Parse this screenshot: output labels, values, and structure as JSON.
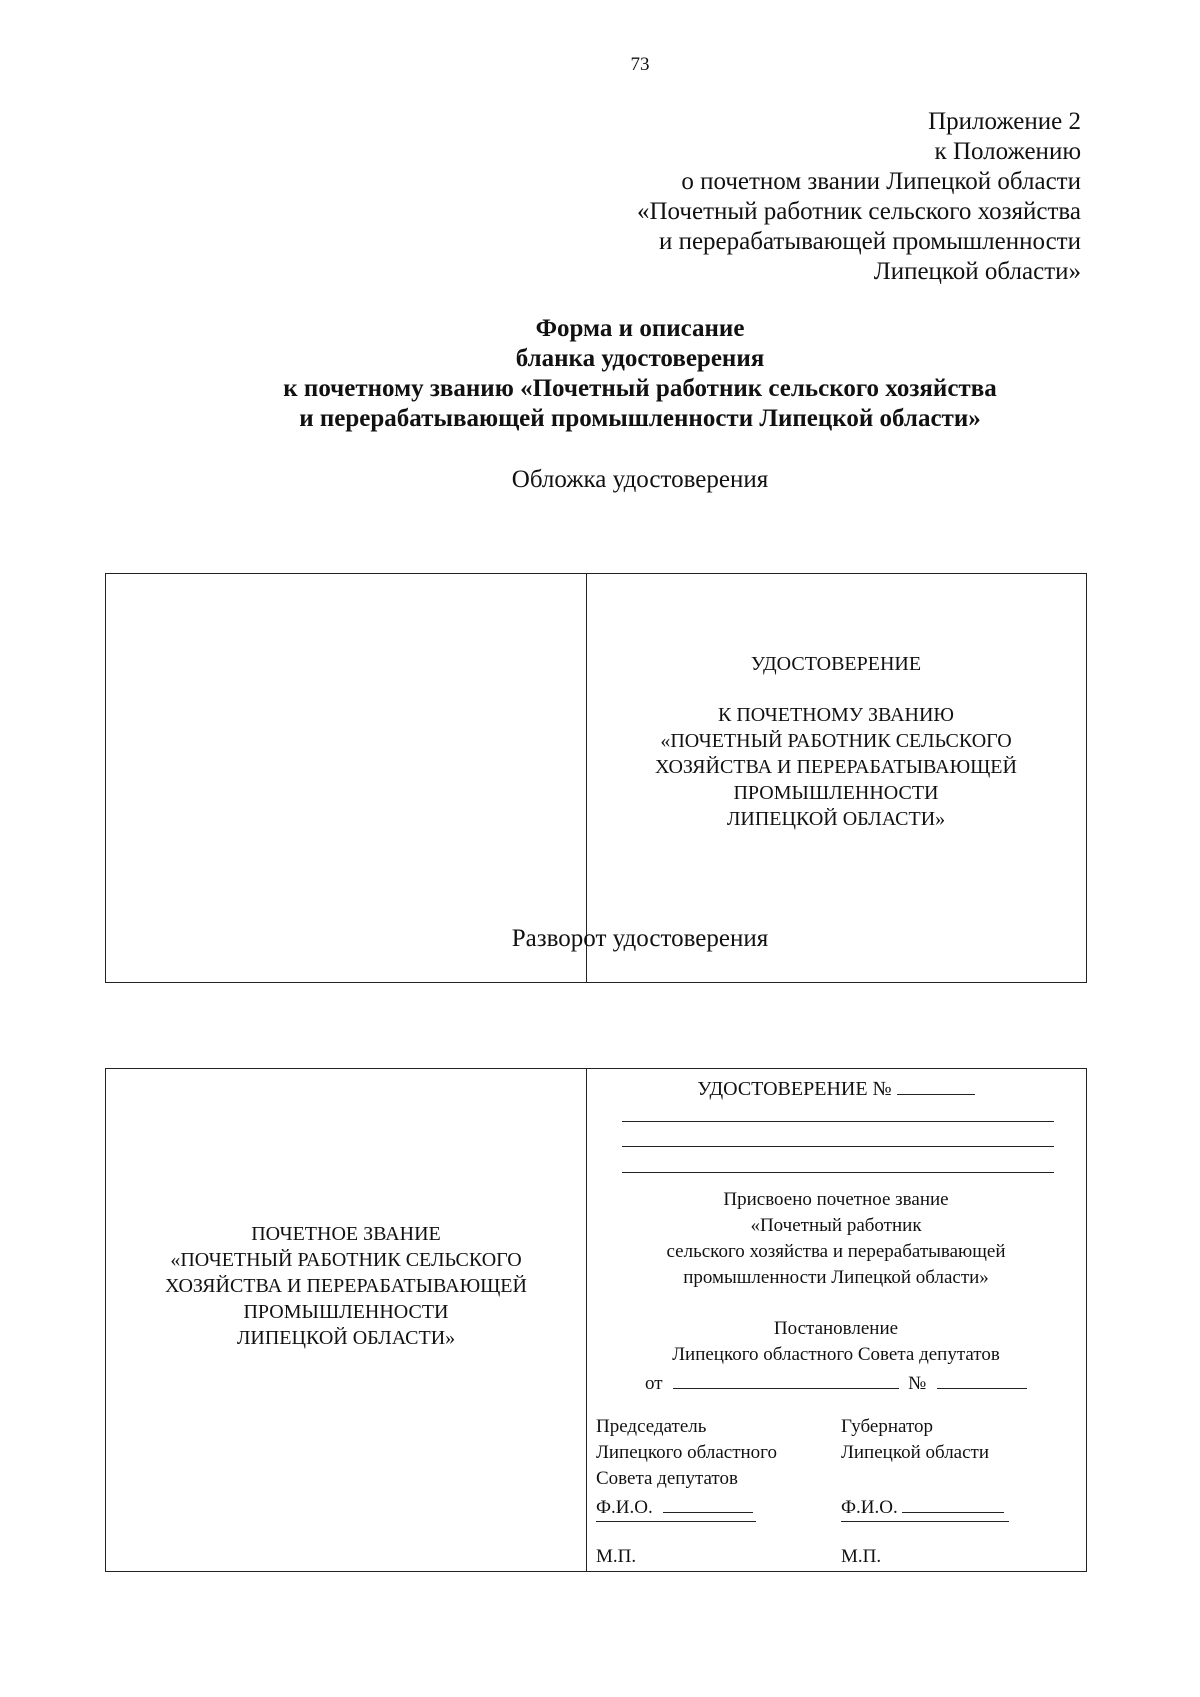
{
  "page_number": "73",
  "appendix": {
    "lines": [
      "Приложение 2",
      "к Положению",
      "о почетном звании Липецкой области",
      "«Почетный работник сельского хозяйства",
      "и перерабатывающей промышленности",
      "Липецкой области»"
    ]
  },
  "form_title": {
    "lines": [
      "Форма и описание",
      "бланка удостоверения",
      "к почетному званию «Почетный работник сельского хозяйства",
      "и перерабатывающей промышленности Липецкой области»"
    ]
  },
  "cover": {
    "section_title": "Обложка удостоверения",
    "heading": "УДОСТОВЕРЕНИЕ",
    "lines": [
      "К ПОЧЕТНОМУ ЗВАНИЮ",
      "«ПОЧЕТНЫЙ РАБОТНИК СЕЛЬСКОГО",
      "ХОЗЯЙСТВА И ПЕРЕРАБАТЫВАЮЩЕЙ",
      "ПРОМЫШЛЕННОСТИ",
      "ЛИПЕЦКОЙ ОБЛАСТИ»"
    ]
  },
  "spread": {
    "section_title": "Разворот удостоверения",
    "left_lines": [
      "ПОЧЕТНОЕ ЗВАНИЕ",
      "«ПОЧЕТНЫЙ РАБОТНИК СЕЛЬСКОГО",
      "ХОЗЯЙСТВА И ПЕРЕРАБАТЫВАЮЩЕЙ",
      "ПРОМЫШЛЕННОСТИ",
      "ЛИПЕЦКОЙ ОБЛАСТИ»"
    ],
    "certificate_number_label": "УДОСТОВЕРЕНИЕ №",
    "assigned_lines": [
      "Присвоено почетное звание",
      "«Почетный работник",
      "сельского хозяйства и перерабатывающей",
      "промышленности Липецкой области»"
    ],
    "decree_lines": [
      "Постановление",
      "Липецкого областного Совета депутатов"
    ],
    "date_prefix": "от",
    "number_sign": "№",
    "chair": {
      "lines": [
        "Председатель",
        "Липецкого  областного",
        "Совета депутатов"
      ],
      "fio": "Ф.И.О.",
      "stamp": "М.П."
    },
    "governor": {
      "lines": [
        "Губернатор",
        "Липецкой области"
      ],
      "fio": "Ф.И.О.",
      "stamp": "М.П."
    }
  }
}
